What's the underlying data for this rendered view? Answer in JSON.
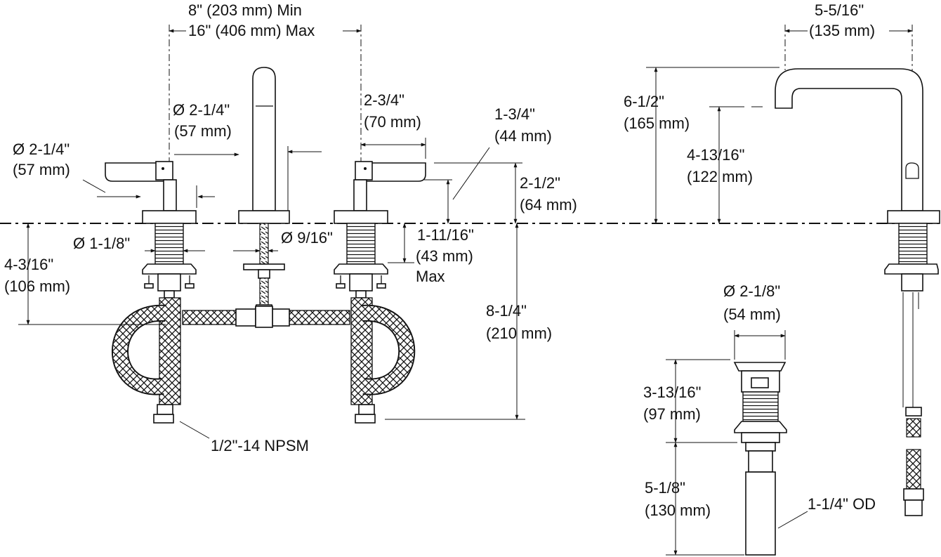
{
  "labels": {
    "center_min": "8\" (203 mm) Min",
    "center_max": "16\" (406 mm) Max",
    "spout_reach_in": "5-5/16\"",
    "spout_reach_mm": "(135 mm)",
    "spout_base_dia_in": "Ø 2-1/4\"",
    "spout_base_dia_mm": "(57 mm)",
    "handle_base_dia_in": "Ø 2-1/4\"",
    "handle_base_dia_mm": "(57 mm)",
    "handle_len_in": "2-3/4\"",
    "handle_len_mm": "(70 mm)",
    "handle_height_in": "1-3/4\"",
    "handle_height_mm": "(44 mm)",
    "handle_total_in": "2-1/2\"",
    "handle_total_mm": "(64 mm)",
    "spout_height_in": "6-1/2\"",
    "spout_height_mm": "(165 mm)",
    "spout_outlet_in": "4-13/16\"",
    "spout_outlet_mm": "(122 mm)",
    "shank_dia_in": "Ø 1-1/8\"",
    "spout_shank_dia": "Ø 9/16\"",
    "deck_max_in": "1-11/16\"",
    "deck_max_mm": "(43 mm)",
    "deck_max_word": "Max",
    "below_deck_in": "4-3/16\"",
    "below_deck_mm": "(106 mm)",
    "total_below_in": "8-1/4\"",
    "total_below_mm": "(210 mm)",
    "connection": "1/2\"-14 NPSM",
    "drain_dia_in": "Ø 2-1/8\"",
    "drain_dia_mm": "(54 mm)",
    "drain_body_in": "3-13/16\"",
    "drain_body_mm": "(97 mm)",
    "drain_tail_in": "5-1/8\"",
    "drain_tail_mm": "(130 mm)",
    "tailpiece_od": "1-1/4\" OD"
  }
}
